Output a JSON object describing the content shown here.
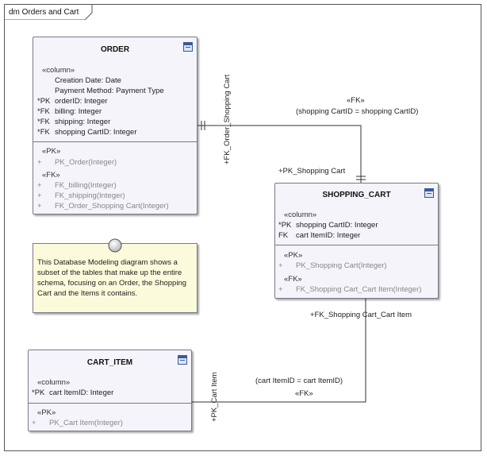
{
  "diagram": {
    "title": "dm Orders and Cart"
  },
  "order": {
    "name": "ORDER",
    "columns_stereotype": "«column»",
    "attributes": [
      {
        "prefix": "",
        "text": "Creation Date: Date"
      },
      {
        "prefix": "",
        "text": "Payment Method: Payment Type"
      },
      {
        "prefix": "*PK",
        "text": "orderID: Integer"
      },
      {
        "prefix": "*FK",
        "text": "billing: Integer"
      },
      {
        "prefix": "*FK",
        "text": "shipping: Integer"
      },
      {
        "prefix": "*FK",
        "text": "shopping CartID: Integer"
      }
    ],
    "pk_stereotype": "«PK»",
    "pk_ops": [
      {
        "prefix": "+",
        "text": "PK_Order(Integer)"
      }
    ],
    "fk_stereotype": "«FK»",
    "fk_ops": [
      {
        "prefix": "+",
        "text": "FK_billing(Integer)"
      },
      {
        "prefix": "+",
        "text": "FK_shipping(Integer)"
      },
      {
        "prefix": "+",
        "text": "FK_Order_Shopping Cart(Integer)"
      }
    ]
  },
  "shopping_cart": {
    "name": "SHOPPING_CART",
    "columns_stereotype": "«column»",
    "attributes": [
      {
        "prefix": "*PK",
        "text": "shopping CartID: Integer"
      },
      {
        "prefix": "FK",
        "text": "cart ItemID: Integer"
      }
    ],
    "pk_stereotype": "«PK»",
    "pk_ops": [
      {
        "prefix": "+",
        "text": "PK_Shopping Cart(Integer)"
      }
    ],
    "fk_stereotype": "«FK»",
    "fk_ops": [
      {
        "prefix": "+",
        "text": "FK_Shopping Cart_Cart Item(Integer)"
      }
    ]
  },
  "cart_item": {
    "name": "CART_ITEM",
    "columns_stereotype": "«column»",
    "attributes": [
      {
        "prefix": "*PK",
        "text": "cart ItemID: Integer"
      }
    ],
    "pk_stereotype": "«PK»",
    "pk_ops": [
      {
        "prefix": "+",
        "text": "PK_Cart Item(Integer)"
      }
    ]
  },
  "note": {
    "text": "This Database Modeling diagram shows a subset of the tables that make up the entire schema, focusing on an Order, the Shopping Cart and the Items it contains."
  },
  "connectors": {
    "order_cart": {
      "source_role": "+FK_Order_Shopping Cart",
      "target_role": "+PK_Shopping Cart",
      "stereotype": "«FK»",
      "condition": "(shopping CartID = shopping CartID)"
    },
    "cart_item": {
      "source_role": "+FK_Shopping Cart_Cart Item",
      "target_role": "+PK_Cart Item",
      "stereotype": "«FK»",
      "condition": "(cart ItemID = cart ItemID)"
    }
  }
}
